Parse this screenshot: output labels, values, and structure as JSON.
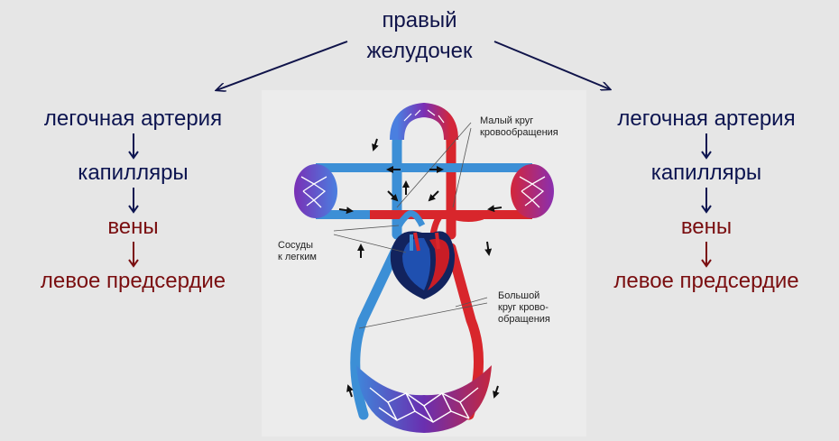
{
  "title": {
    "line1": "правый",
    "line2": "желудочек"
  },
  "left_column": {
    "items": [
      "легочная артерия",
      "капилляры",
      "вены",
      "левое предсердие"
    ]
  },
  "right_column": {
    "items": [
      "легочная артерия",
      "капилляры",
      "вены",
      "левое предсердие"
    ]
  },
  "diagram_labels": {
    "small_circle": [
      "Малый круг",
      "кровообращения"
    ],
    "vessels_to_lungs": [
      "Сосуды",
      "к легким"
    ],
    "big_circle": [
      "Большой",
      "круг крово-",
      "обращения"
    ]
  },
  "colors": {
    "navy": "#0c1450",
    "dark_red": "#7a0e10",
    "blood_red": "#d8262c",
    "blood_blue": "#3c8fd6",
    "capillary_purple": "#6a2fb0"
  }
}
